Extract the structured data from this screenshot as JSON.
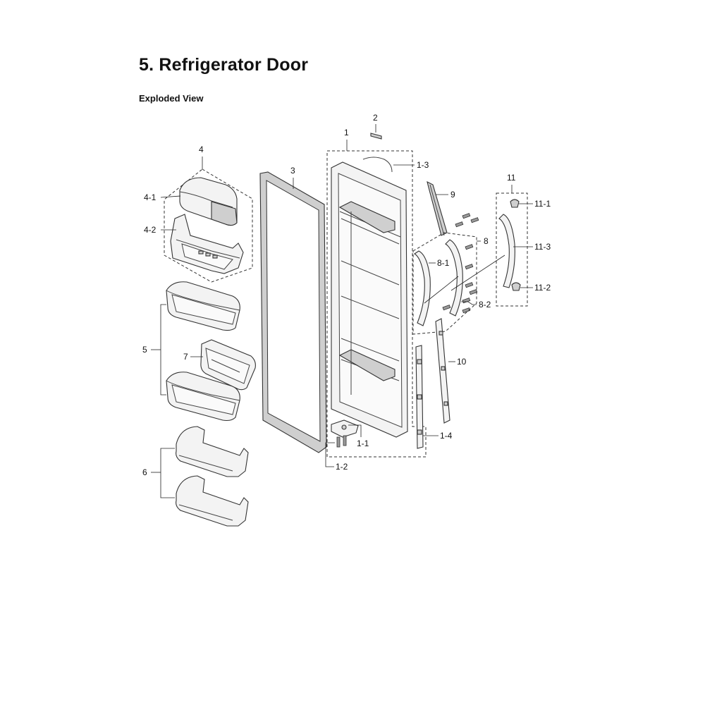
{
  "header": {
    "title": "5.  Refrigerator Door",
    "subtitle": "Exploded View"
  },
  "callouts": {
    "c1": "1",
    "c1_1": "1-1",
    "c1_2": "1-2",
    "c1_3": "1-3",
    "c1_4": "1-4",
    "c2": "2",
    "c3": "3",
    "c4": "4",
    "c4_1": "4-1",
    "c4_2": "4-2",
    "c5": "5",
    "c6": "6",
    "c7": "7",
    "c8": "8",
    "c8_1": "8-1",
    "c8_2": "8-2",
    "c9": "9",
    "c10": "10",
    "c11": "11",
    "c11_1": "11-1",
    "c11_2": "11-2",
    "c11_3": "11-3"
  }
}
